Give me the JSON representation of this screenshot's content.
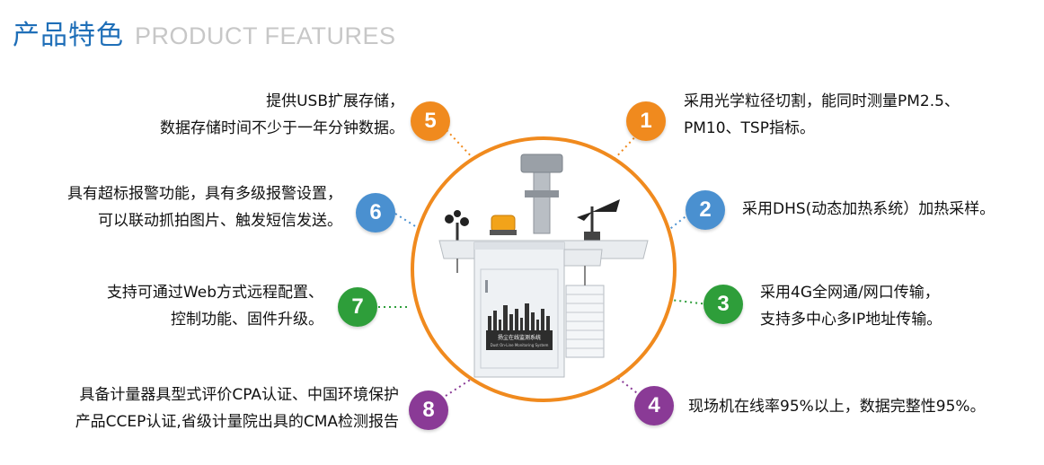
{
  "heading": {
    "title_cn": "产品特色",
    "title_en": "PRODUCT FEATURES"
  },
  "device": {
    "label_cn": "扬尘在线监测系统",
    "label_en": "Dust On-Line Monitoring System"
  },
  "colors": {
    "accent_blue": "#1f6fb8",
    "ring_orange": "#f08a1e",
    "badge_orange": "#f08a1e",
    "badge_blue": "#4a90d0",
    "badge_green": "#2e9e3a",
    "badge_purple": "#8a3a96"
  },
  "features": [
    {
      "num": "1",
      "lines": [
        "采用光学粒径切割，能同时测量PM2.5、",
        "PM10、TSP指标。"
      ]
    },
    {
      "num": "2",
      "lines": [
        "采用DHS(动态加热系统）加热采样。"
      ]
    },
    {
      "num": "3",
      "lines": [
        "采用4G全网通/网口传输，",
        "支持多中心多IP地址传输。"
      ]
    },
    {
      "num": "4",
      "lines": [
        "现场机在线率95%以上，数据完整性95%。"
      ]
    },
    {
      "num": "5",
      "lines": [
        "提供USB扩展存储，",
        "数据存储时间不少于一年分钟数据。"
      ]
    },
    {
      "num": "6",
      "lines": [
        "具有超标报警功能，具有多级报警设置，",
        "可以联动抓拍图片、触发短信发送。"
      ]
    },
    {
      "num": "7",
      "lines": [
        "支持可通过Web方式远程配置、",
        "控制功能、固件升级。"
      ]
    },
    {
      "num": "8",
      "lines": [
        "具备计量器具型式评价CPA认证、中国环境保护",
        "产品CCEP认证,省级计量院出具的CMA检测报告"
      ]
    }
  ]
}
